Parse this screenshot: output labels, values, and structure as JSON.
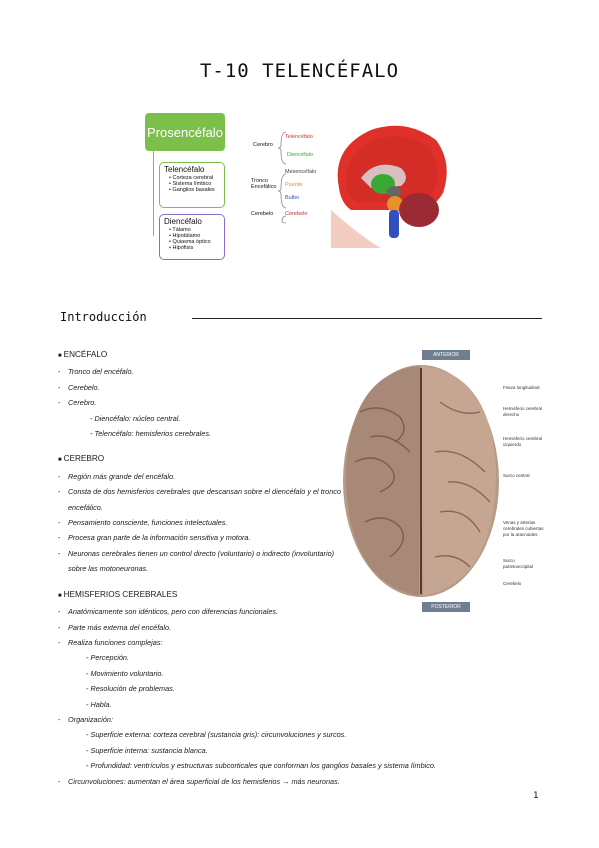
{
  "title": "T-10 TELENCÉFALO",
  "diagram": {
    "prosencefalo": "Prosencéfalo",
    "telencefalo": {
      "title": "Telencéfalo",
      "items": [
        "Corteza cerebral",
        "Sistema límbico",
        "Ganglios basales"
      ]
    },
    "diencefalo": {
      "title": "Diencéfalo",
      "items": [
        "Tálamo",
        "Hipotálamo",
        "Quiasma óptico",
        "Hipófisis"
      ]
    },
    "regions": {
      "cerebro": "Cerebro",
      "tronco": "Tronco Encefálico",
      "cerebelo": "Cerebelo",
      "telencefalo": "Telencéfalo",
      "diencefalo": "Diencéfalo",
      "mesencefalo": "Mesencéfalo",
      "puente": "Puente",
      "bulbo": "Bulbo",
      "cerebelo2": "Cerebelo"
    },
    "colors": {
      "telencefalo": "#e0302a",
      "diencefalo": "#3aa832",
      "mesencefalo": "#444444",
      "puente": "#e8902a",
      "bulbo": "#3050c0",
      "cerebelo": "#c0303a"
    }
  },
  "section_title": "Introducción",
  "encefalo": {
    "heading": "ENCÉFALO",
    "items": [
      "Tronco del encéfalo.",
      "Cerebelo.",
      "Cerebro."
    ],
    "sub": [
      "- Diencéfalo: núcleo central.",
      "- Telencéfalo: hemisferios cerebrales."
    ]
  },
  "cerebro": {
    "heading": "CEREBRO",
    "items": [
      "Región más grande del encéfalo.",
      "Consta de dos hemisferios cerebrales que descansan sobre el diencéfalo y el tronco encefálico.",
      "Pensamiento consciente, funciones intelectuales.",
      "Procesa gran parte de la información sensitiva y motora.",
      "Neuronas cerebrales tienen un control directo (voluntario) o indirecto (involuntario) sobre las motoneuronas."
    ]
  },
  "hemisferios": {
    "heading": "HEMISFERIOS CEREBRALES",
    "items": [
      "Anatómicamente son idénticos, pero con diferencias funcionales.",
      "Parte más externa del encéfalo.",
      "Realiza funciones complejas:"
    ],
    "funciones": [
      "- Percepción.",
      "- Movimiento voluntario.",
      "- Resolución de problemas.",
      "- Habla."
    ],
    "org_label": "Organización:",
    "org": [
      "- Superficie externa: corteza cerebral (sustancia gris): circunvoluciones y surcos.",
      "- Superficie interna: sustancia blanca.",
      "- Profundidad: ventrículos y estructuras subcorticales que conforman los ganglios basales y sistema límbico."
    ],
    "last": "Circunvoluciones: aumentan el área superficial de los hemisferios → más neuronas."
  },
  "figure": {
    "anterior": "ANTERIOR",
    "posterior": "POSTERIOR",
    "labels": [
      "Fisura longitudinal",
      "Hemisferio cerebral derecho",
      "Hemisferio cerebral izquierdo",
      "Surco central",
      "Venas y arterias cerebrales cubiertas por la aracnoides",
      "Surco parietooccipital",
      "Cerebelo"
    ]
  },
  "page_number": "1"
}
